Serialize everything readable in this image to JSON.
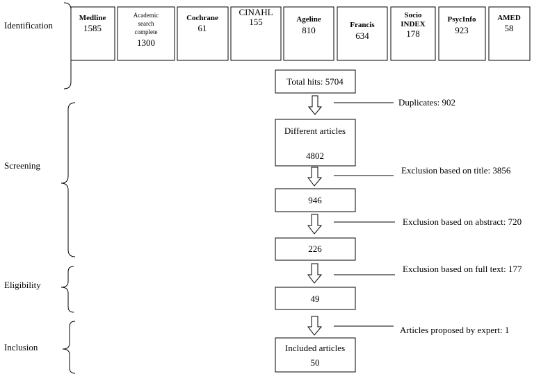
{
  "stages": {
    "identification": "Identification",
    "screening": "Screening",
    "eligibility": "Eligibility",
    "inclusion": "Inclusion"
  },
  "databases": [
    {
      "name": "Medline",
      "count": "1585"
    },
    {
      "name_lines": [
        "Academic",
        "search",
        "complete"
      ],
      "count": "1300"
    },
    {
      "name": "Cochrane",
      "count": "61"
    },
    {
      "name": "CINAHL",
      "count": "155"
    },
    {
      "name": "Ageline",
      "count": "810"
    },
    {
      "name": "Francis",
      "count": "634"
    },
    {
      "name_lines": [
        "Socio",
        "INDEX"
      ],
      "count": "178"
    },
    {
      "name": "PsycInfo",
      "count": "923"
    },
    {
      "name": "AMED",
      "count": "58"
    }
  ],
  "flow": {
    "total_hits": "Total hits: 5704",
    "different_label": "Different articles",
    "different_count": "4802",
    "after_title": "946",
    "after_abstract": "226",
    "after_fulltext": "49",
    "included_label": "Included articles",
    "included_count": "50"
  },
  "side_notes": {
    "duplicates": "Duplicates: 902",
    "excl_title": "Exclusion based on title: 3856",
    "excl_abstract": "Exclusion based on abstract: 720",
    "excl_fulltext": "Exclusion based on full text: 177",
    "expert": "Articles proposed by expert: 1"
  }
}
